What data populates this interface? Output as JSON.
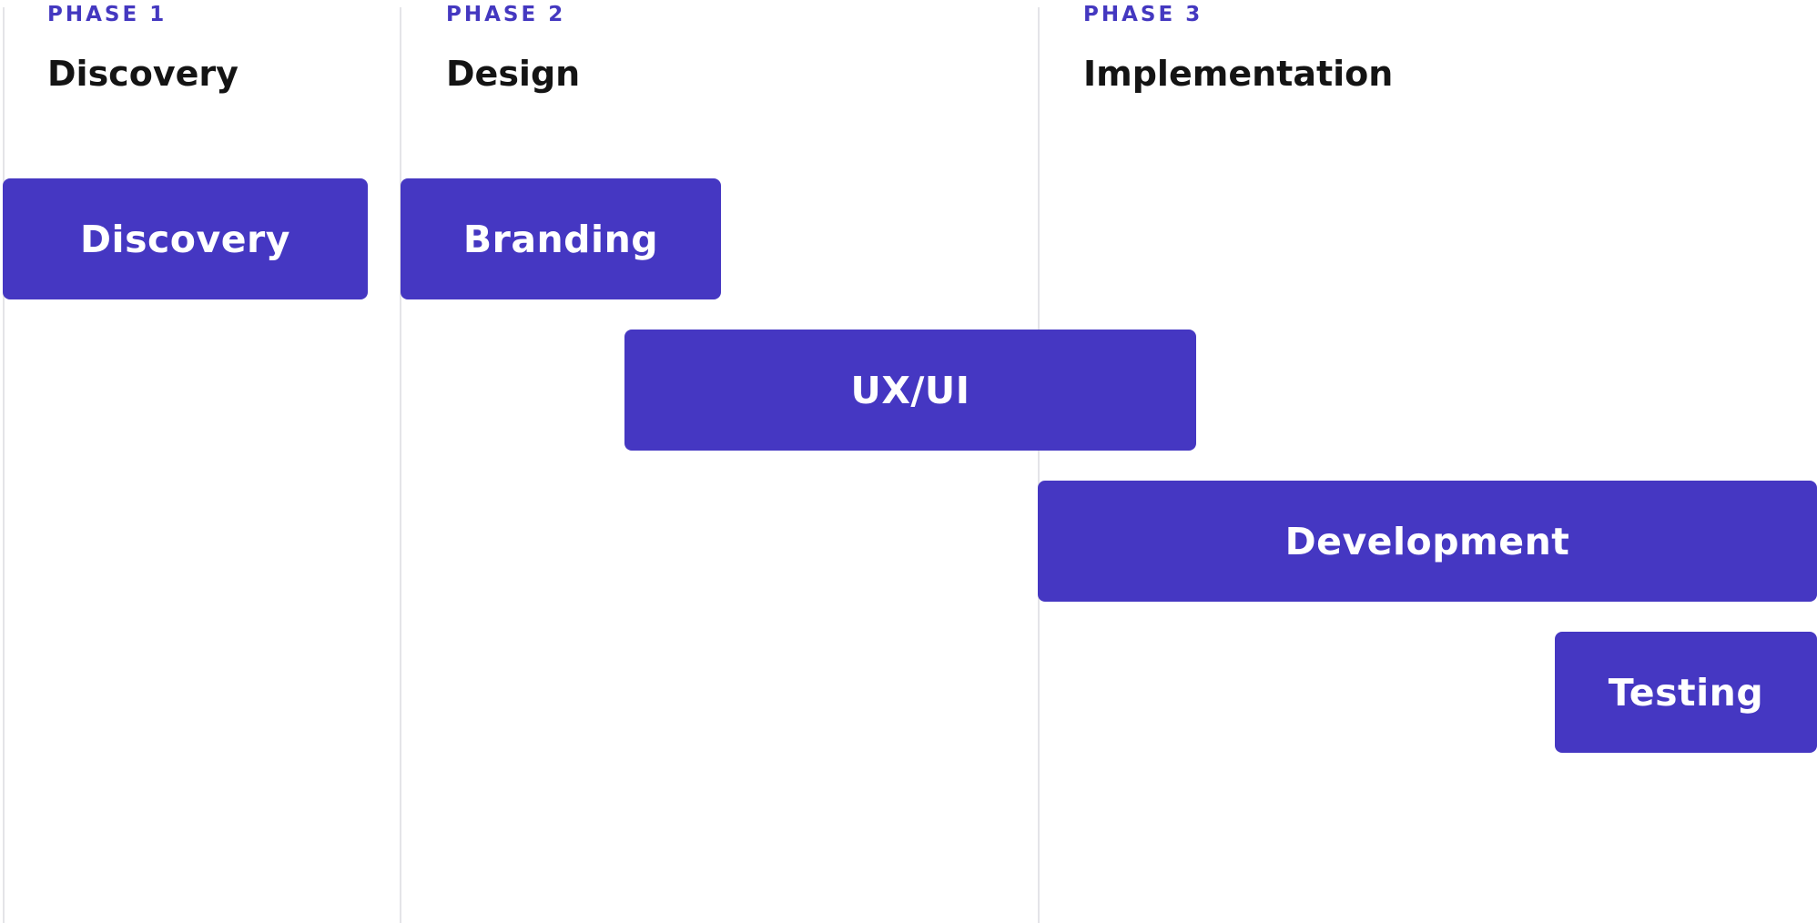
{
  "colors": {
    "accent": "#4438c0",
    "bar": "#4537c2",
    "bar_text": "#ffffff",
    "heading": "#141414",
    "divider": "#e4e4e8"
  },
  "phases": [
    {
      "number": "PHASE 1",
      "name": "Discovery"
    },
    {
      "number": "PHASE 2",
      "name": "Design"
    },
    {
      "number": "PHASE 3",
      "name": "Implementation"
    }
  ],
  "tasks": [
    {
      "label": "Discovery"
    },
    {
      "label": "Branding"
    },
    {
      "label": "UX/UI"
    },
    {
      "label": "Development"
    },
    {
      "label": "Testing"
    }
  ]
}
